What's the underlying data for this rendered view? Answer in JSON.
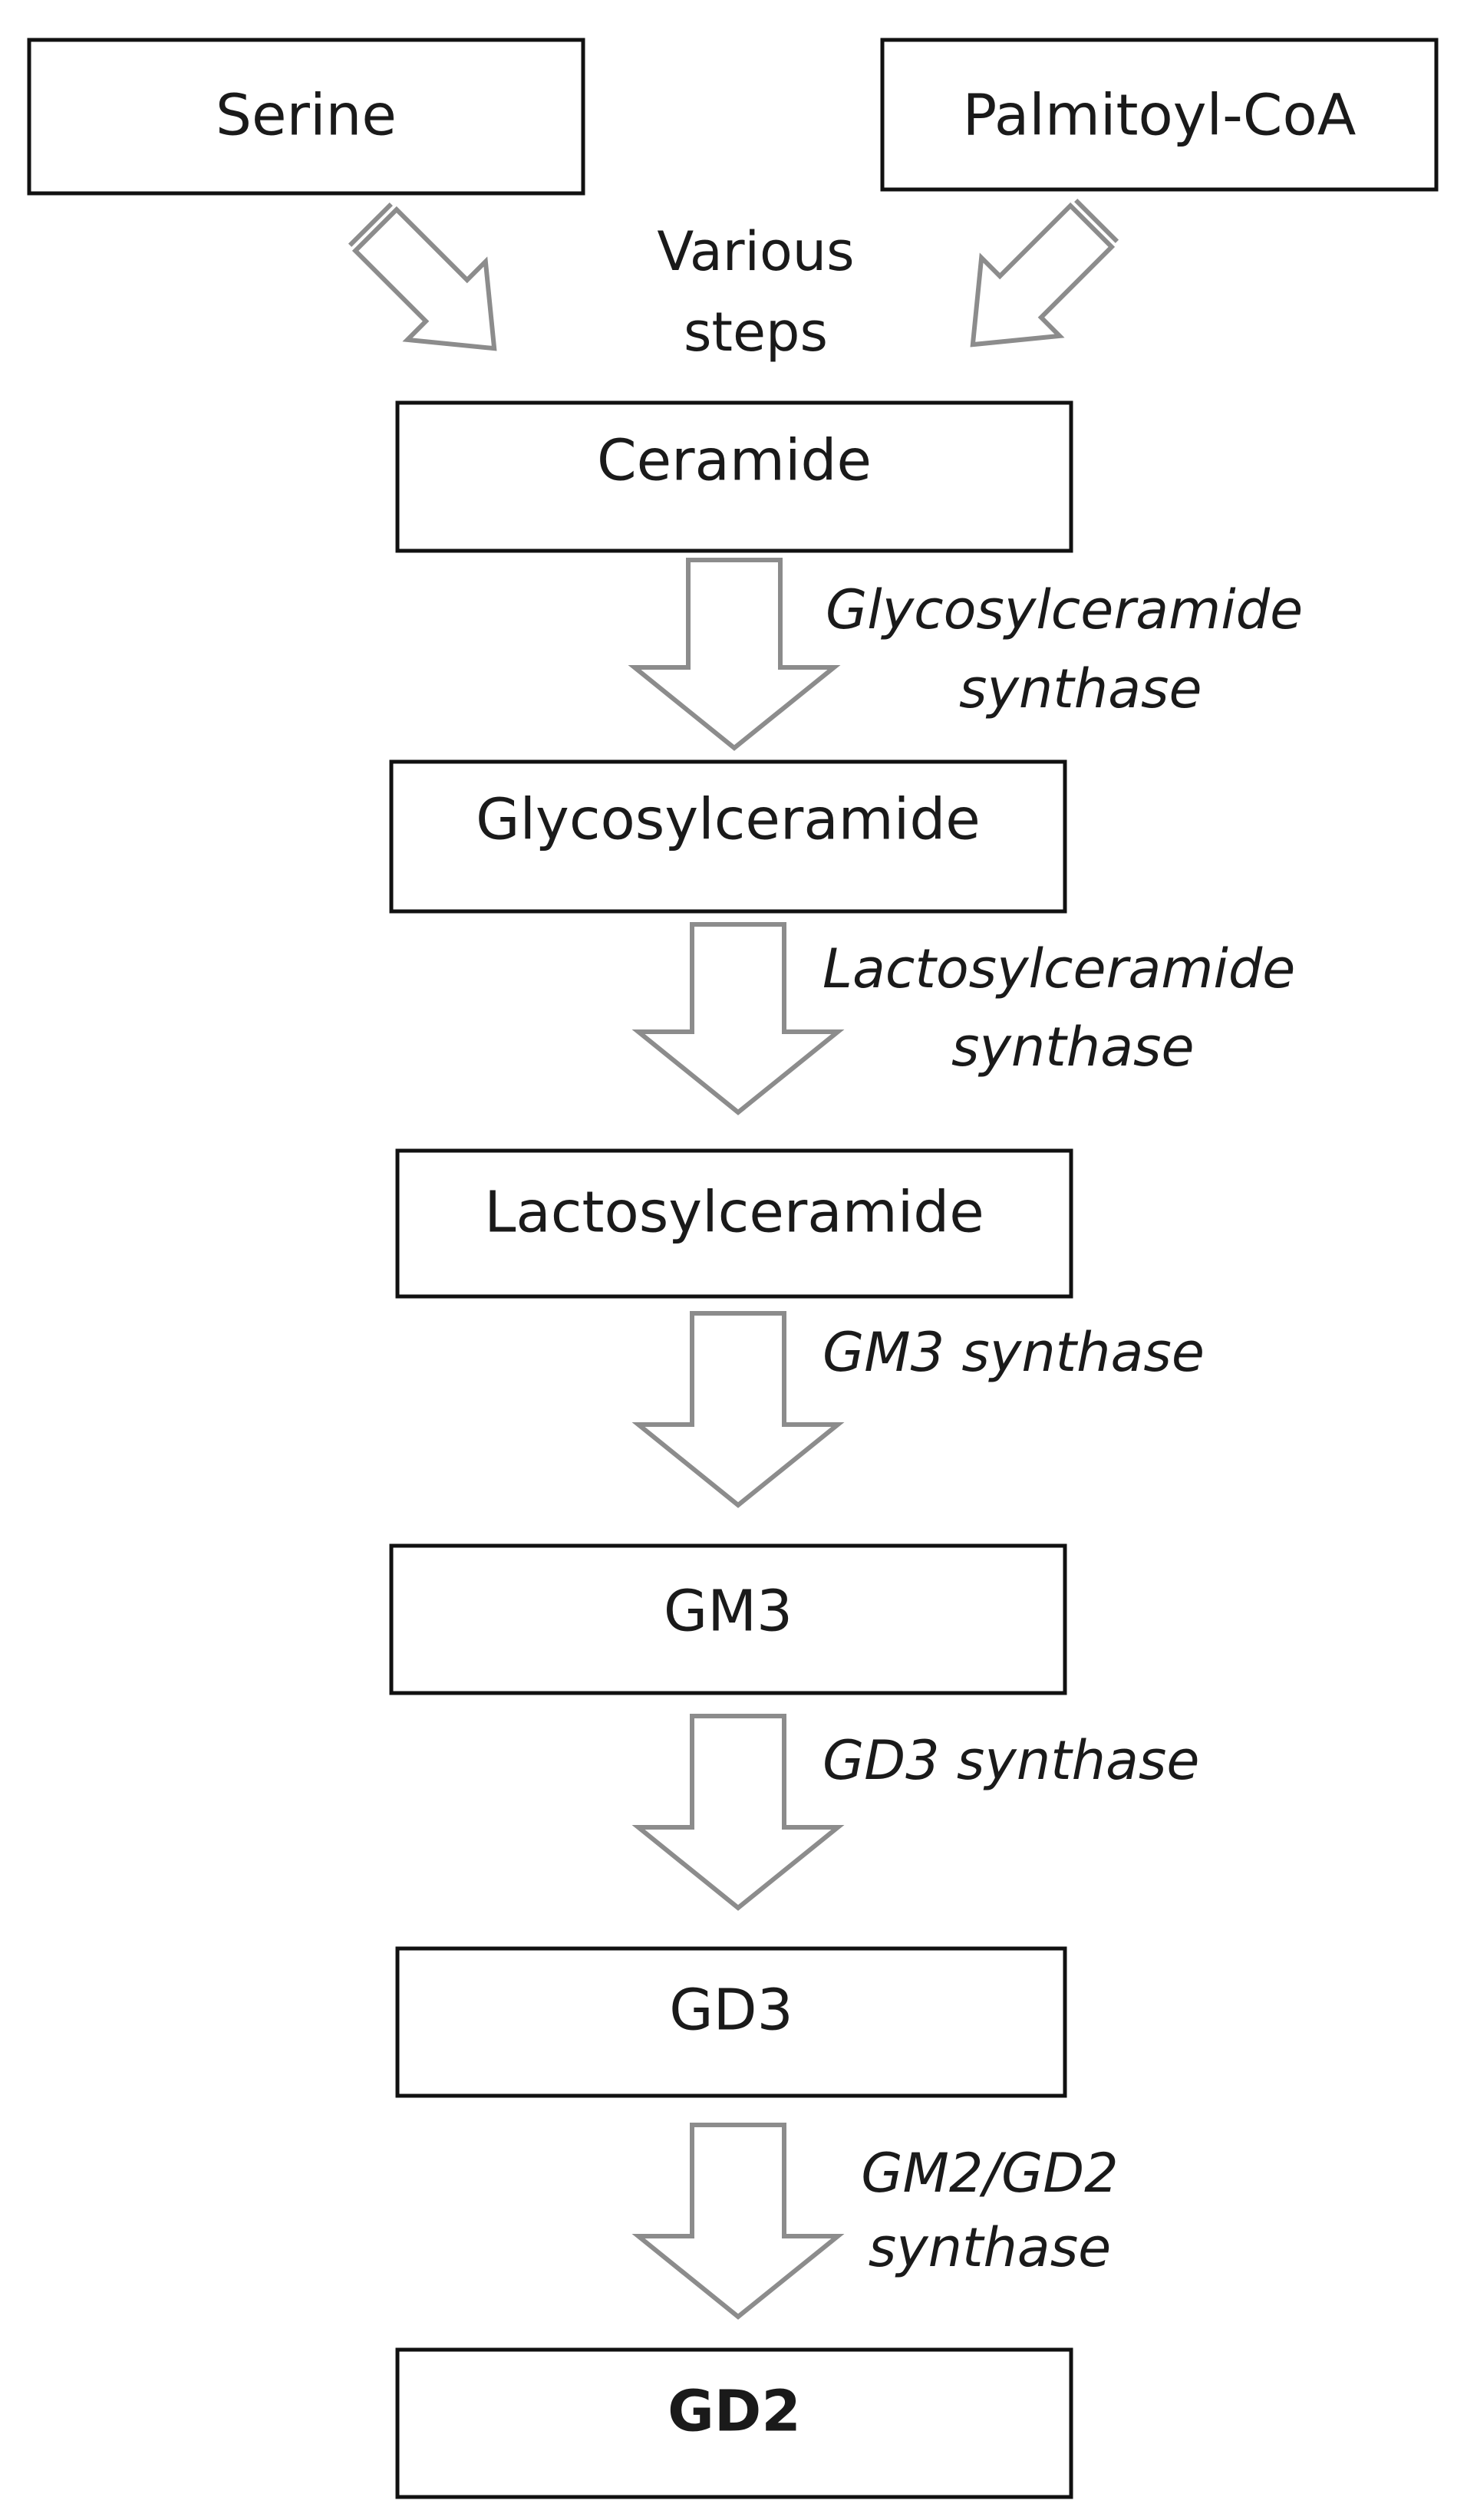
{
  "diagram": {
    "sources": {
      "serine": "Serine",
      "palmitoyl_coa": "Palmitoyl-CoA"
    },
    "various_steps": {
      "line1": "Various",
      "line2": "steps"
    },
    "nodes": {
      "ceramide": "Ceramide",
      "glycosylceramide": "Glycosylceramide",
      "lactosylceramide": "Lactosylceramide",
      "gm3": "GM3",
      "gd3": "GD3",
      "gd2": "GD2"
    },
    "enzymes": {
      "glycosylceramide_synthase": {
        "line1": "Glycosylceramide",
        "line2": "synthase"
      },
      "lactosylceramide_synthase": {
        "line1": "Lactosylceramide",
        "line2": "synthase"
      },
      "gm3_synthase": {
        "line1": "GM3 synthase"
      },
      "gd3_synthase": {
        "line1": "GD3 synthase"
      },
      "gm2_gd2_synthase": {
        "line1": "GM2/GD2",
        "line2": "synthase"
      }
    },
    "colors": {
      "box_border": "#111111",
      "arrow_outline": "#8c8c8c",
      "text": "#1a1a1a"
    }
  }
}
